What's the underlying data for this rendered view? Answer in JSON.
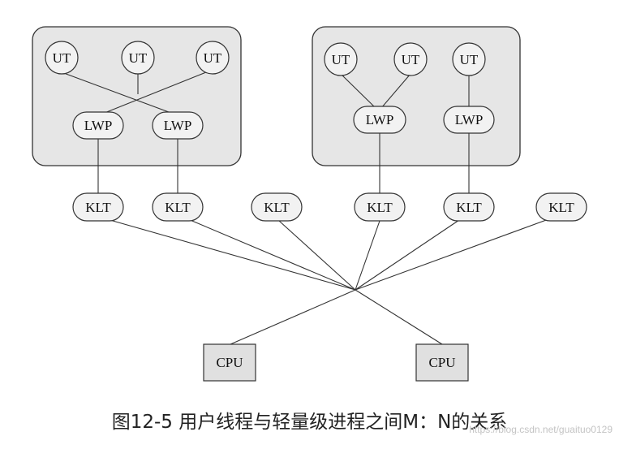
{
  "diagram": {
    "process_groups": [
      {
        "threads": [
          "UT",
          "UT",
          "UT"
        ],
        "lwps": [
          "LWP",
          "LWP"
        ]
      },
      {
        "threads": [
          "UT",
          "UT",
          "UT"
        ],
        "lwps": [
          "LWP",
          "LWP"
        ]
      }
    ],
    "klts": [
      "KLT",
      "KLT",
      "KLT",
      "KLT",
      "KLT",
      "KLT"
    ],
    "cpus": [
      "CPU",
      "CPU"
    ]
  },
  "caption": "图12-5 用户线程与轻量级进程之间M：N的关系",
  "watermark": "https://blog.csdn.net/guaituo0129",
  "colors": {
    "box_fill": "#e6e6e6",
    "node_fill": "#f2f2f2",
    "cpu_fill": "#e0e0e0",
    "stroke": "#333333"
  }
}
